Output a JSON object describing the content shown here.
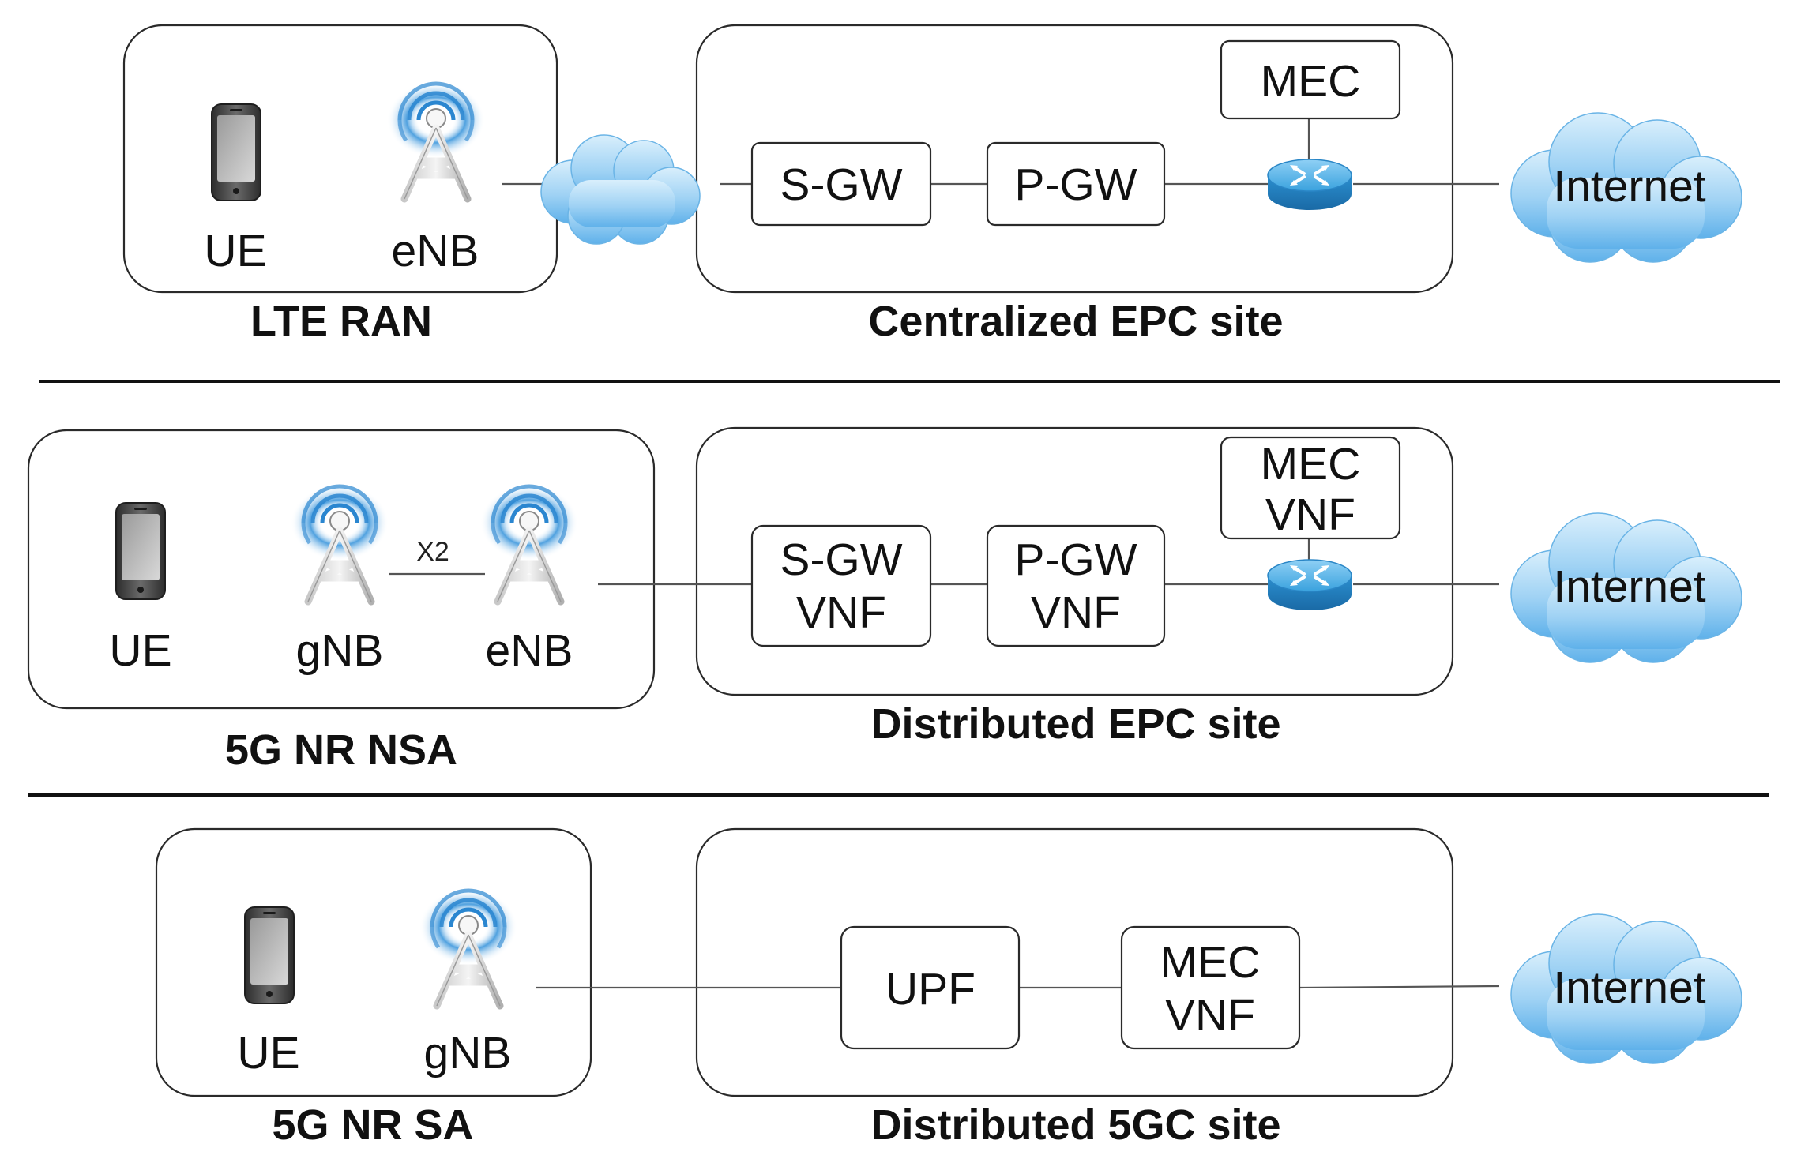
{
  "colors": {
    "cloud": "#8fc9f0",
    "router": "#2f9ad6",
    "phone": "#4a4a4a",
    "antenna_waves": "#2a86d0",
    "lines": "#555555"
  },
  "icons": {
    "ue": "phone-icon",
    "base_station": "cell-tower-icon",
    "router": "router-icon",
    "cloud": "cloud-icon"
  },
  "row1": {
    "ran_title": "LTE RAN",
    "ue_label": "UE",
    "enb_label": "eNB",
    "core_title": "Centralized EPC site",
    "sgw": "S-GW",
    "pgw": "P-GW",
    "mec": "MEC",
    "internet": "Internet"
  },
  "row2": {
    "ran_title": "5G NR NSA",
    "ue_label": "UE",
    "gnb_label": "gNB",
    "enb_label": "eNB",
    "x2_label": "X2",
    "core_title": "Distributed EPC site",
    "sgw_line1": "S-GW",
    "sgw_line2": "VNF",
    "pgw_line1": "P-GW",
    "pgw_line2": "VNF",
    "mec_line1": "MEC",
    "mec_line2": "VNF",
    "internet": "Internet"
  },
  "row3": {
    "ran_title": "5G NR SA",
    "ue_label": "UE",
    "gnb_label": "gNB",
    "core_title": "Distributed 5GC site",
    "upf": "UPF",
    "mec_line1": "MEC",
    "mec_line2": "VNF",
    "internet": "Internet"
  }
}
